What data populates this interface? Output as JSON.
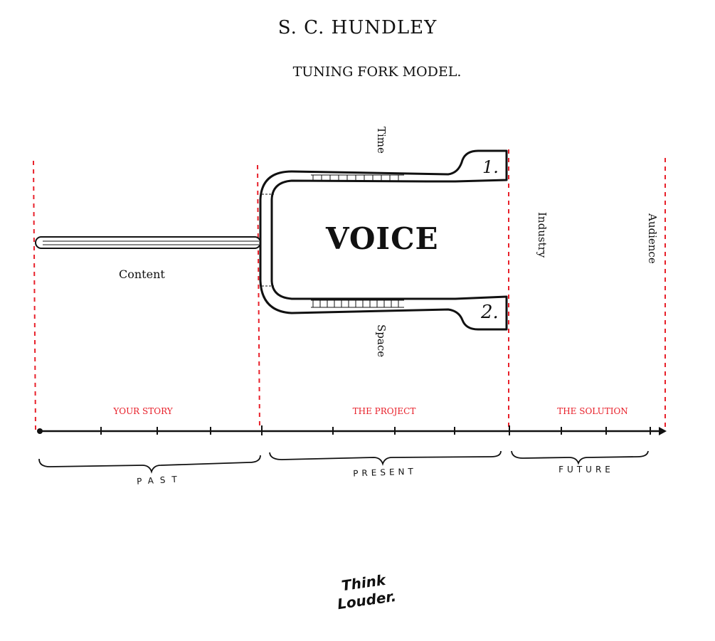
{
  "header": {
    "title": "S. C. HUNDLEY",
    "subtitle": "TUNING FORK MODEL."
  },
  "fork": {
    "voice": "VOICE",
    "prong_top_number": "1.",
    "prong_bottom_number": "2.",
    "label_time": "Time",
    "label_space": "Space",
    "label_content": "Content",
    "label_industry": "Industry",
    "label_audience": "Audience"
  },
  "sections": [
    {
      "label": "YOUR STORY"
    },
    {
      "label": "THE PROJECT"
    },
    {
      "label": "THE SOLUTION"
    }
  ],
  "periods": [
    {
      "label": "PAST"
    },
    {
      "label": "PRESENT"
    },
    {
      "label": "FUTURE"
    }
  ],
  "logo": {
    "text_line1": "Think",
    "text_line2": "Louder."
  },
  "colors": {
    "accent_red": "#e8202a",
    "ink": "#111111"
  }
}
